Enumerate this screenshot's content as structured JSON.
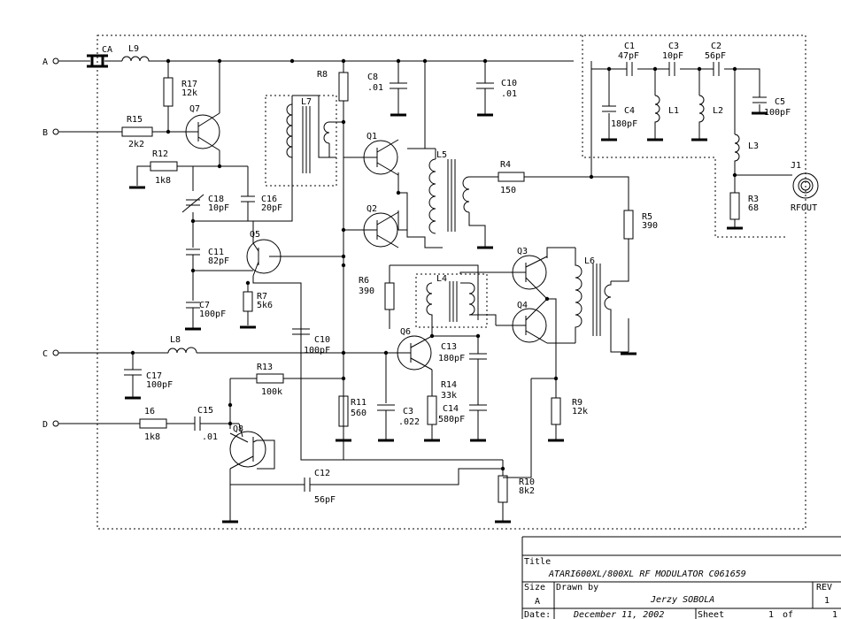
{
  "ports": [
    "A",
    "B",
    "C",
    "D"
  ],
  "connector": {
    "ref": "J1",
    "name": "RFOUT"
  },
  "components": {
    "CA": {
      "ref": "CA",
      "value": ""
    },
    "L9": {
      "ref": "L9",
      "value": ""
    },
    "R17": {
      "ref": "R17",
      "value": "12k"
    },
    "Q7": {
      "ref": "Q7",
      "value": ""
    },
    "R15": {
      "ref": "R15",
      "value": "2k2"
    },
    "R12": {
      "ref": "R12",
      "value": "1k8"
    },
    "C18": {
      "ref": "C18",
      "value": "10pF"
    },
    "C16": {
      "ref": "C16",
      "value": "20pF"
    },
    "R8": {
      "ref": "R8",
      "value": ""
    },
    "L7": {
      "ref": "L7",
      "value": ""
    },
    "C8": {
      "ref": "C8",
      "value": ".01"
    },
    "C10a": {
      "ref": "C10",
      "value": ".01"
    },
    "Q1": {
      "ref": "Q1",
      "value": ""
    },
    "Q2": {
      "ref": "Q2",
      "value": ""
    },
    "L5": {
      "ref": "L5",
      "value": ""
    },
    "R4": {
      "ref": "R4",
      "value": "150"
    },
    "R5": {
      "ref": "R5",
      "value": "390"
    },
    "C1": {
      "ref": "C1",
      "value": "47pF"
    },
    "C3a": {
      "ref": "C3",
      "value": "10pF"
    },
    "C2": {
      "ref": "C2",
      "value": "56pF"
    },
    "C4": {
      "ref": "C4",
      "value": "180pF"
    },
    "L1": {
      "ref": "L1",
      "value": ""
    },
    "L2": {
      "ref": "L2",
      "value": ""
    },
    "C5": {
      "ref": "C5",
      "value": "100pF"
    },
    "L3": {
      "ref": "L3",
      "value": ""
    },
    "R3": {
      "ref": "R3",
      "value": "68"
    },
    "Q5": {
      "ref": "Q5",
      "value": ""
    },
    "C11": {
      "ref": "C11",
      "value": "82pF"
    },
    "C7": {
      "ref": "C7",
      "value": "100pF"
    },
    "R7": {
      "ref": "R7",
      "value": "5k6"
    },
    "R6": {
      "ref": "R6",
      "value": "390"
    },
    "L4": {
      "ref": "L4",
      "value": ""
    },
    "Q3": {
      "ref": "Q3",
      "value": ""
    },
    "Q4": {
      "ref": "Q4",
      "value": ""
    },
    "L6": {
      "ref": "L6",
      "value": ""
    },
    "L8": {
      "ref": "L8",
      "value": ""
    },
    "C17": {
      "ref": "C17",
      "value": "100pF"
    },
    "C10b": {
      "ref": "C10",
      "value": "100pF"
    },
    "Q6": {
      "ref": "Q6",
      "value": ""
    },
    "C13": {
      "ref": "C13",
      "value": "180pF"
    },
    "R13": {
      "ref": "R13",
      "value": "100k"
    },
    "R11": {
      "ref": "R11",
      "value": "560"
    },
    "C3b": {
      "ref": "C3",
      "value": ".022"
    },
    "R14": {
      "ref": "R14",
      "value": "33k"
    },
    "C14": {
      "ref": "C14",
      "value": "580pF"
    },
    "R9": {
      "ref": "R9",
      "value": "12k"
    },
    "R16": {
      "ref": "16",
      "value": "1k8"
    },
    "C15": {
      "ref": "C15",
      "value": ".01"
    },
    "Q8": {
      "ref": "Q8",
      "value": ""
    },
    "C12": {
      "ref": "C12",
      "value": "56pF"
    },
    "R10": {
      "ref": "R10",
      "value": "8k2"
    }
  },
  "title_block": {
    "title_label": "Title",
    "title": "ATARI600XL/800XL RF MODULATOR C061659",
    "size_label": "Size",
    "size": "A",
    "drawn_label": "Drawn by",
    "drawn_by": "Jerzy SOBOLA",
    "rev_label": "REV",
    "rev": "1",
    "date_label": "Date:",
    "date": "December 11, 2002",
    "sheet_label": "Sheet",
    "sheet": "1",
    "of_label": "of",
    "of": "1"
  }
}
